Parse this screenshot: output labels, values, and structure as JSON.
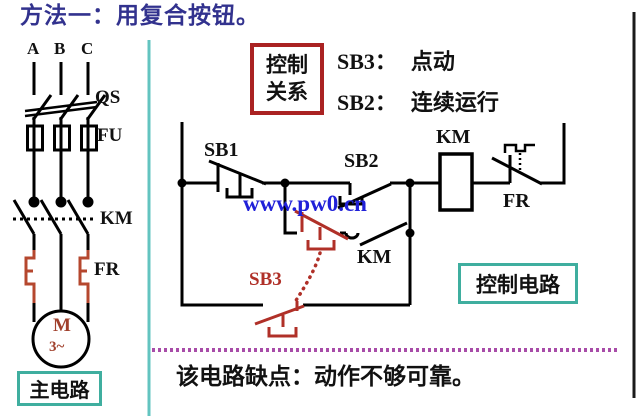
{
  "title": "方法一：用复合按钮。",
  "legend": [
    {
      "term": "SB3：",
      "desc": "点动"
    },
    {
      "term": "SB2：",
      "desc": "连续运行"
    }
  ],
  "relation_box": {
    "line1": "控制",
    "line2": "关系"
  },
  "main": {
    "phases": [
      "A",
      "B",
      "C"
    ],
    "qs": "QS",
    "fu": "FU",
    "km": "KM",
    "fr": "FR",
    "motor_letter": "M",
    "motor_type": "3~",
    "caption": "主电路"
  },
  "ctrl": {
    "sb1": "SB1",
    "sb2": "SB2",
    "sb3": "SB3",
    "km_coil": "KM",
    "km_aux": "KM",
    "fr": "FR",
    "caption": "控制电路"
  },
  "watermark": "www.pw0.cn",
  "footer": "该电路缺点：动作不够可靠。",
  "colors": {
    "title_ink": "#32328e",
    "sb3_red": "#b03028",
    "relation_border": "#aa2222",
    "teal_border": "#3fae9f",
    "cyan_divider": "#63c4c0",
    "watermark_blue": "#2020d8",
    "magenta_dotted": "#a84ca8",
    "heater_red": "#b5472e",
    "motor_ink": "#a0402c"
  }
}
